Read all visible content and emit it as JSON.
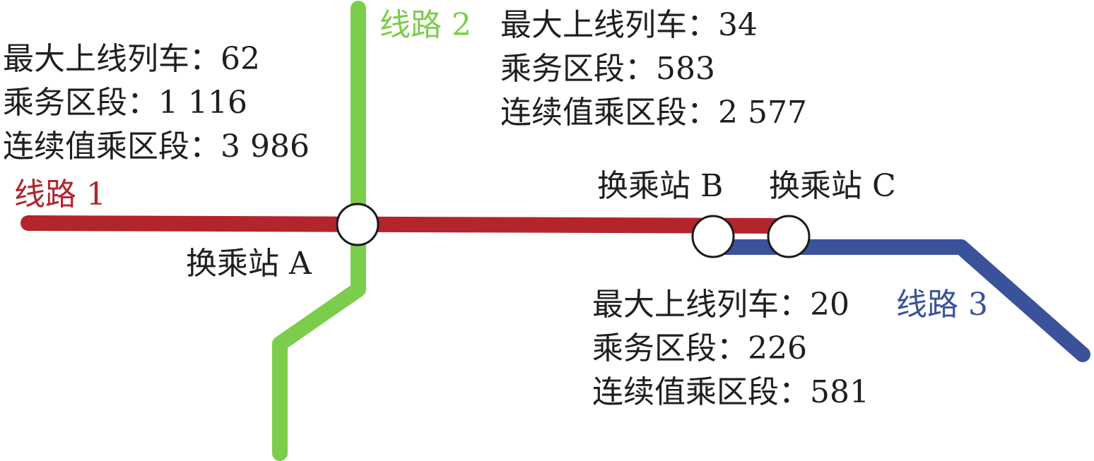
{
  "colors": {
    "line1": "#b3242c",
    "line2": "#7dcd4c",
    "line3": "#3a5299",
    "text": "#1f1f1f",
    "station_fill": "#ffffff",
    "station_stroke": "#1a1a1a"
  },
  "lines": [
    {
      "id": "line1",
      "name": "线路 1",
      "stats": [
        "最大上线列车：62",
        "乘务区段：1 116",
        "连续值乘区段：3 986"
      ]
    },
    {
      "id": "line2",
      "name": "线路 2",
      "stats": [
        "最大上线列车：34",
        "乘务区段：583",
        "连续值乘区段：2 577"
      ]
    },
    {
      "id": "line3",
      "name": "线路 3",
      "stats": [
        "最大上线列车：20",
        "乘务区段：226",
        "连续值乘区段：581"
      ]
    }
  ],
  "stations": [
    {
      "id": "A",
      "label": "换乘站 A"
    },
    {
      "id": "B",
      "label": "换乘站 B"
    },
    {
      "id": "C",
      "label": "换乘站 C"
    }
  ]
}
